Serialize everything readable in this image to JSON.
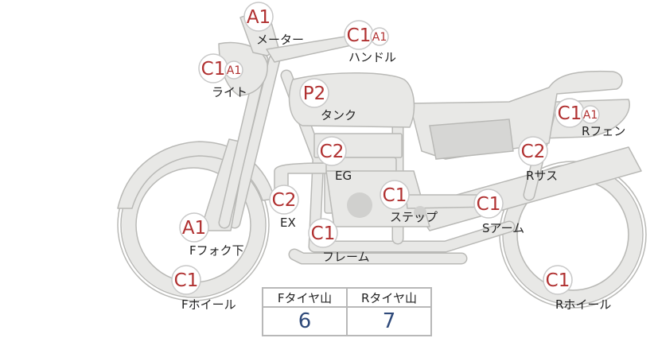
{
  "colors": {
    "grade": "#b03030",
    "value": "#2f4a7a",
    "bike": "#e8e8e6"
  },
  "parts": [
    {
      "id": "meter",
      "grade": "A1",
      "label": "メーター"
    },
    {
      "id": "handle",
      "grade": "C1",
      "sub_grade": "A1",
      "label": "ハンドル"
    },
    {
      "id": "light",
      "grade": "C1",
      "sub_grade": "A1",
      "label": "ライト"
    },
    {
      "id": "tank",
      "grade": "P2",
      "label": "タンク"
    },
    {
      "id": "rear-fender",
      "grade": "C1",
      "sub_grade": "A1",
      "label": "Rフェン"
    },
    {
      "id": "engine",
      "grade": "C2",
      "label": "EG"
    },
    {
      "id": "rear-suspension",
      "grade": "C2",
      "label": "Rサス"
    },
    {
      "id": "exhaust",
      "grade": "C2",
      "label": "EX"
    },
    {
      "id": "step",
      "grade": "C1",
      "label": "ステップ"
    },
    {
      "id": "swing-arm",
      "grade": "C1",
      "label": "Sアーム"
    },
    {
      "id": "front-fork-lower",
      "grade": "A1",
      "label": "Fフォク下"
    },
    {
      "id": "frame",
      "grade": "C1",
      "label": "フレーム"
    },
    {
      "id": "front-wheel",
      "grade": "C1",
      "label": "Fホイール"
    },
    {
      "id": "rear-wheel",
      "grade": "C1",
      "label": "Rホイール"
    }
  ],
  "tread_table": {
    "headers": [
      "Fタイヤ山",
      "Rタイヤ山"
    ],
    "values": [
      "6",
      "7"
    ]
  }
}
